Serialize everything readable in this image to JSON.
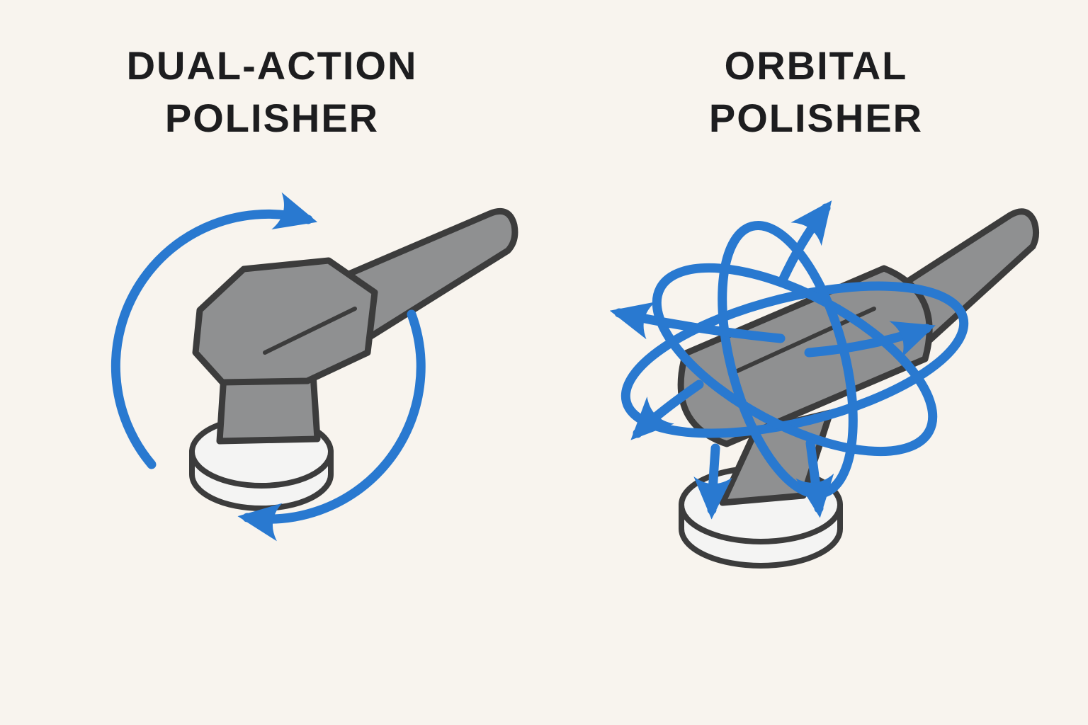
{
  "page": {
    "background_color": "#f8f4ee"
  },
  "left_panel": {
    "title_line1": "DUAL-ACTION",
    "title_line2": "POLISHER",
    "icon": "circular-rotation-arrows"
  },
  "right_panel": {
    "title_line1": "ORBITAL",
    "title_line2": "POLISHER",
    "icon": "orbital-crossing-arrows"
  },
  "colors": {
    "arrow_blue": "#2979d0",
    "tool_gray": "#8f9091",
    "tool_outline": "#3c3c3c",
    "pad_fill": "#f4f4f3",
    "title_text": "#1d1d1f"
  }
}
